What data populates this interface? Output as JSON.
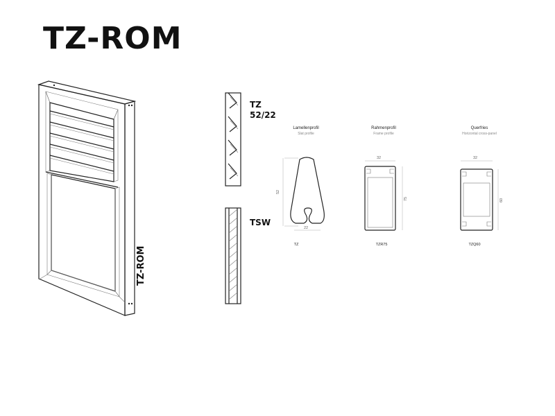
{
  "title": "TZ-ROM",
  "door_label": "TZ-ROM",
  "section_labels": {
    "tz": "TZ\n52/22",
    "tz_line1": "TZ",
    "tz_line2": "52/22",
    "tsw": "TSW"
  },
  "profiles": [
    {
      "title": "Lamellenprofil",
      "subtitle": "Slat profile",
      "code": "TZ",
      "dims": [
        "52",
        "22"
      ]
    },
    {
      "title": "Rahmenprofil",
      "subtitle": "Frame profile",
      "code": "TZR75",
      "dims": [
        "32",
        "75"
      ]
    },
    {
      "title": "Querfries",
      "subtitle": "Horizontal cross-panel",
      "code": "TZQ60",
      "dims": [
        "32",
        "60"
      ]
    }
  ]
}
